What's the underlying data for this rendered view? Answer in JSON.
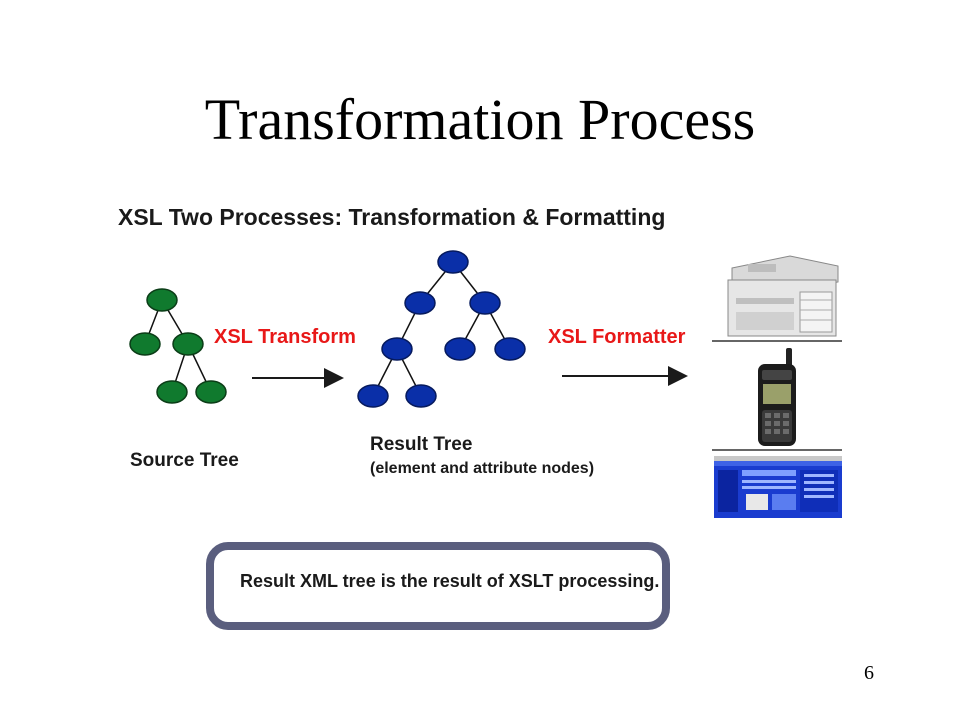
{
  "slide": {
    "title": "Transformation Process",
    "page_number": "6"
  },
  "diagram": {
    "heading": "XSL Two Processes: Transformation & Formatting",
    "transform_label": "XSL Transform",
    "formatter_label": "XSL Formatter",
    "source_tree_label": "Source Tree",
    "result_tree_label": "Result Tree",
    "result_tree_sublabel": "(element and attribute nodes)",
    "note": "Result XML tree is the result of XSLT processing.",
    "colors": {
      "source_node": "#107a2e",
      "result_node": "#0a2fa8",
      "label_red": "#e81818",
      "note_border": "#5a5e7e"
    },
    "devices": [
      "printer-icon",
      "mobile-phone-icon",
      "web-browser-icon"
    ]
  }
}
